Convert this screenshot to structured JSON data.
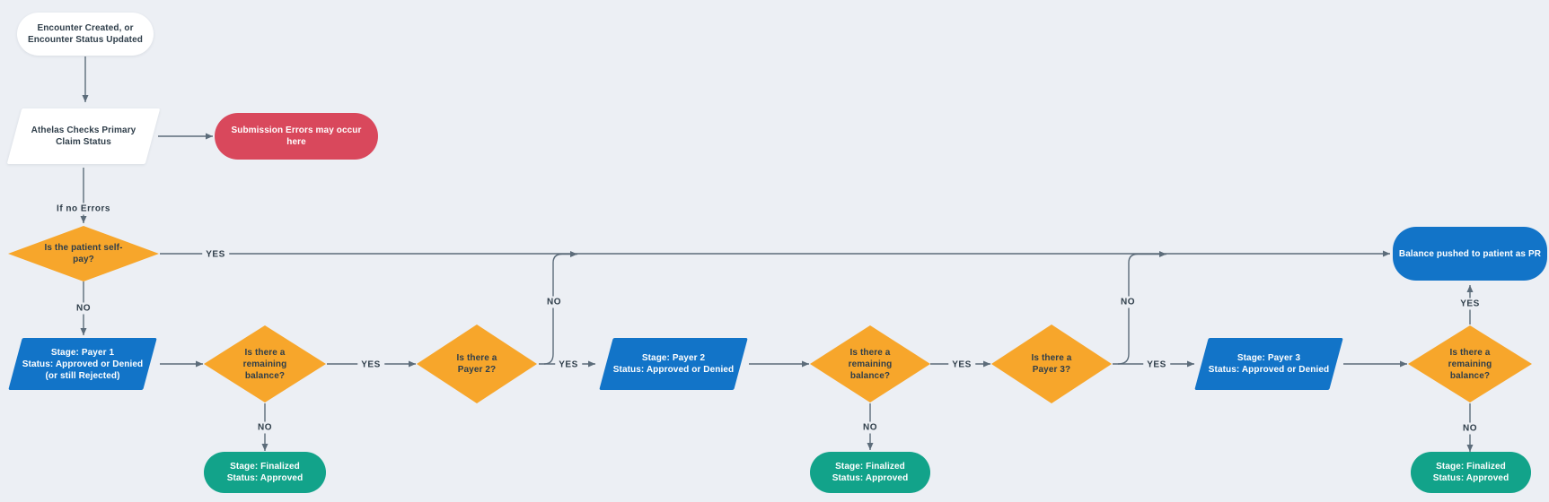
{
  "colors": {
    "background": "#ECEFF4",
    "orange": "#F7A62B",
    "blue": "#1274C8",
    "green": "#12A38A",
    "red": "#D9485C",
    "line": "#5C6C7A",
    "text_dark": "#2F3E4A",
    "white": "#FFFFFF"
  },
  "edge_labels": {
    "yes": "YES",
    "no": "NO",
    "if_no_errors": "If no Errors"
  },
  "nodes": {
    "start": {
      "type": "terminator",
      "lines": [
        "Encounter Created, or",
        "Encounter Status Updated"
      ]
    },
    "athelas_check": {
      "type": "process",
      "lines": [
        "Athelas Checks Primary",
        "Claim Status"
      ]
    },
    "submission_errors": {
      "type": "alert",
      "lines": [
        "Submission Errors may occur",
        "here"
      ]
    },
    "self_pay": {
      "type": "decision",
      "lines": [
        "Is the patient self-",
        "pay?"
      ]
    },
    "payer1": {
      "type": "process",
      "lines": [
        "Stage: Payer 1",
        "Status: Approved or Denied",
        "(or still Rejected)"
      ]
    },
    "balance1": {
      "type": "decision",
      "lines": [
        "Is there a",
        "remaining",
        "balance?"
      ]
    },
    "payer2_question": {
      "type": "decision",
      "lines": [
        "Is there a",
        "Payer 2?"
      ]
    },
    "payer2": {
      "type": "process",
      "lines": [
        "Stage: Payer 2",
        "Status: Approved or Denied"
      ]
    },
    "balance2": {
      "type": "decision",
      "lines": [
        "Is there a",
        "remaining",
        "balance?"
      ]
    },
    "payer3_question": {
      "type": "decision",
      "lines": [
        "Is there a",
        "Payer 3?"
      ]
    },
    "payer3": {
      "type": "process",
      "lines": [
        "Stage: Payer 3",
        "Status: Approved or Denied"
      ]
    },
    "balance3": {
      "type": "decision",
      "lines": [
        "Is there a",
        "remaining",
        "balance?"
      ]
    },
    "finalized1": {
      "type": "terminator",
      "lines": [
        "Stage: Finalized",
        "Status: Approved"
      ]
    },
    "finalized2": {
      "type": "terminator",
      "lines": [
        "Stage: Finalized",
        "Status: Approved"
      ]
    },
    "finalized3": {
      "type": "terminator",
      "lines": [
        "Stage: Finalized",
        "Status: Approved"
      ]
    },
    "balance_to_patient": {
      "type": "terminator",
      "lines": [
        "Balance pushed to patient as PR"
      ]
    }
  }
}
